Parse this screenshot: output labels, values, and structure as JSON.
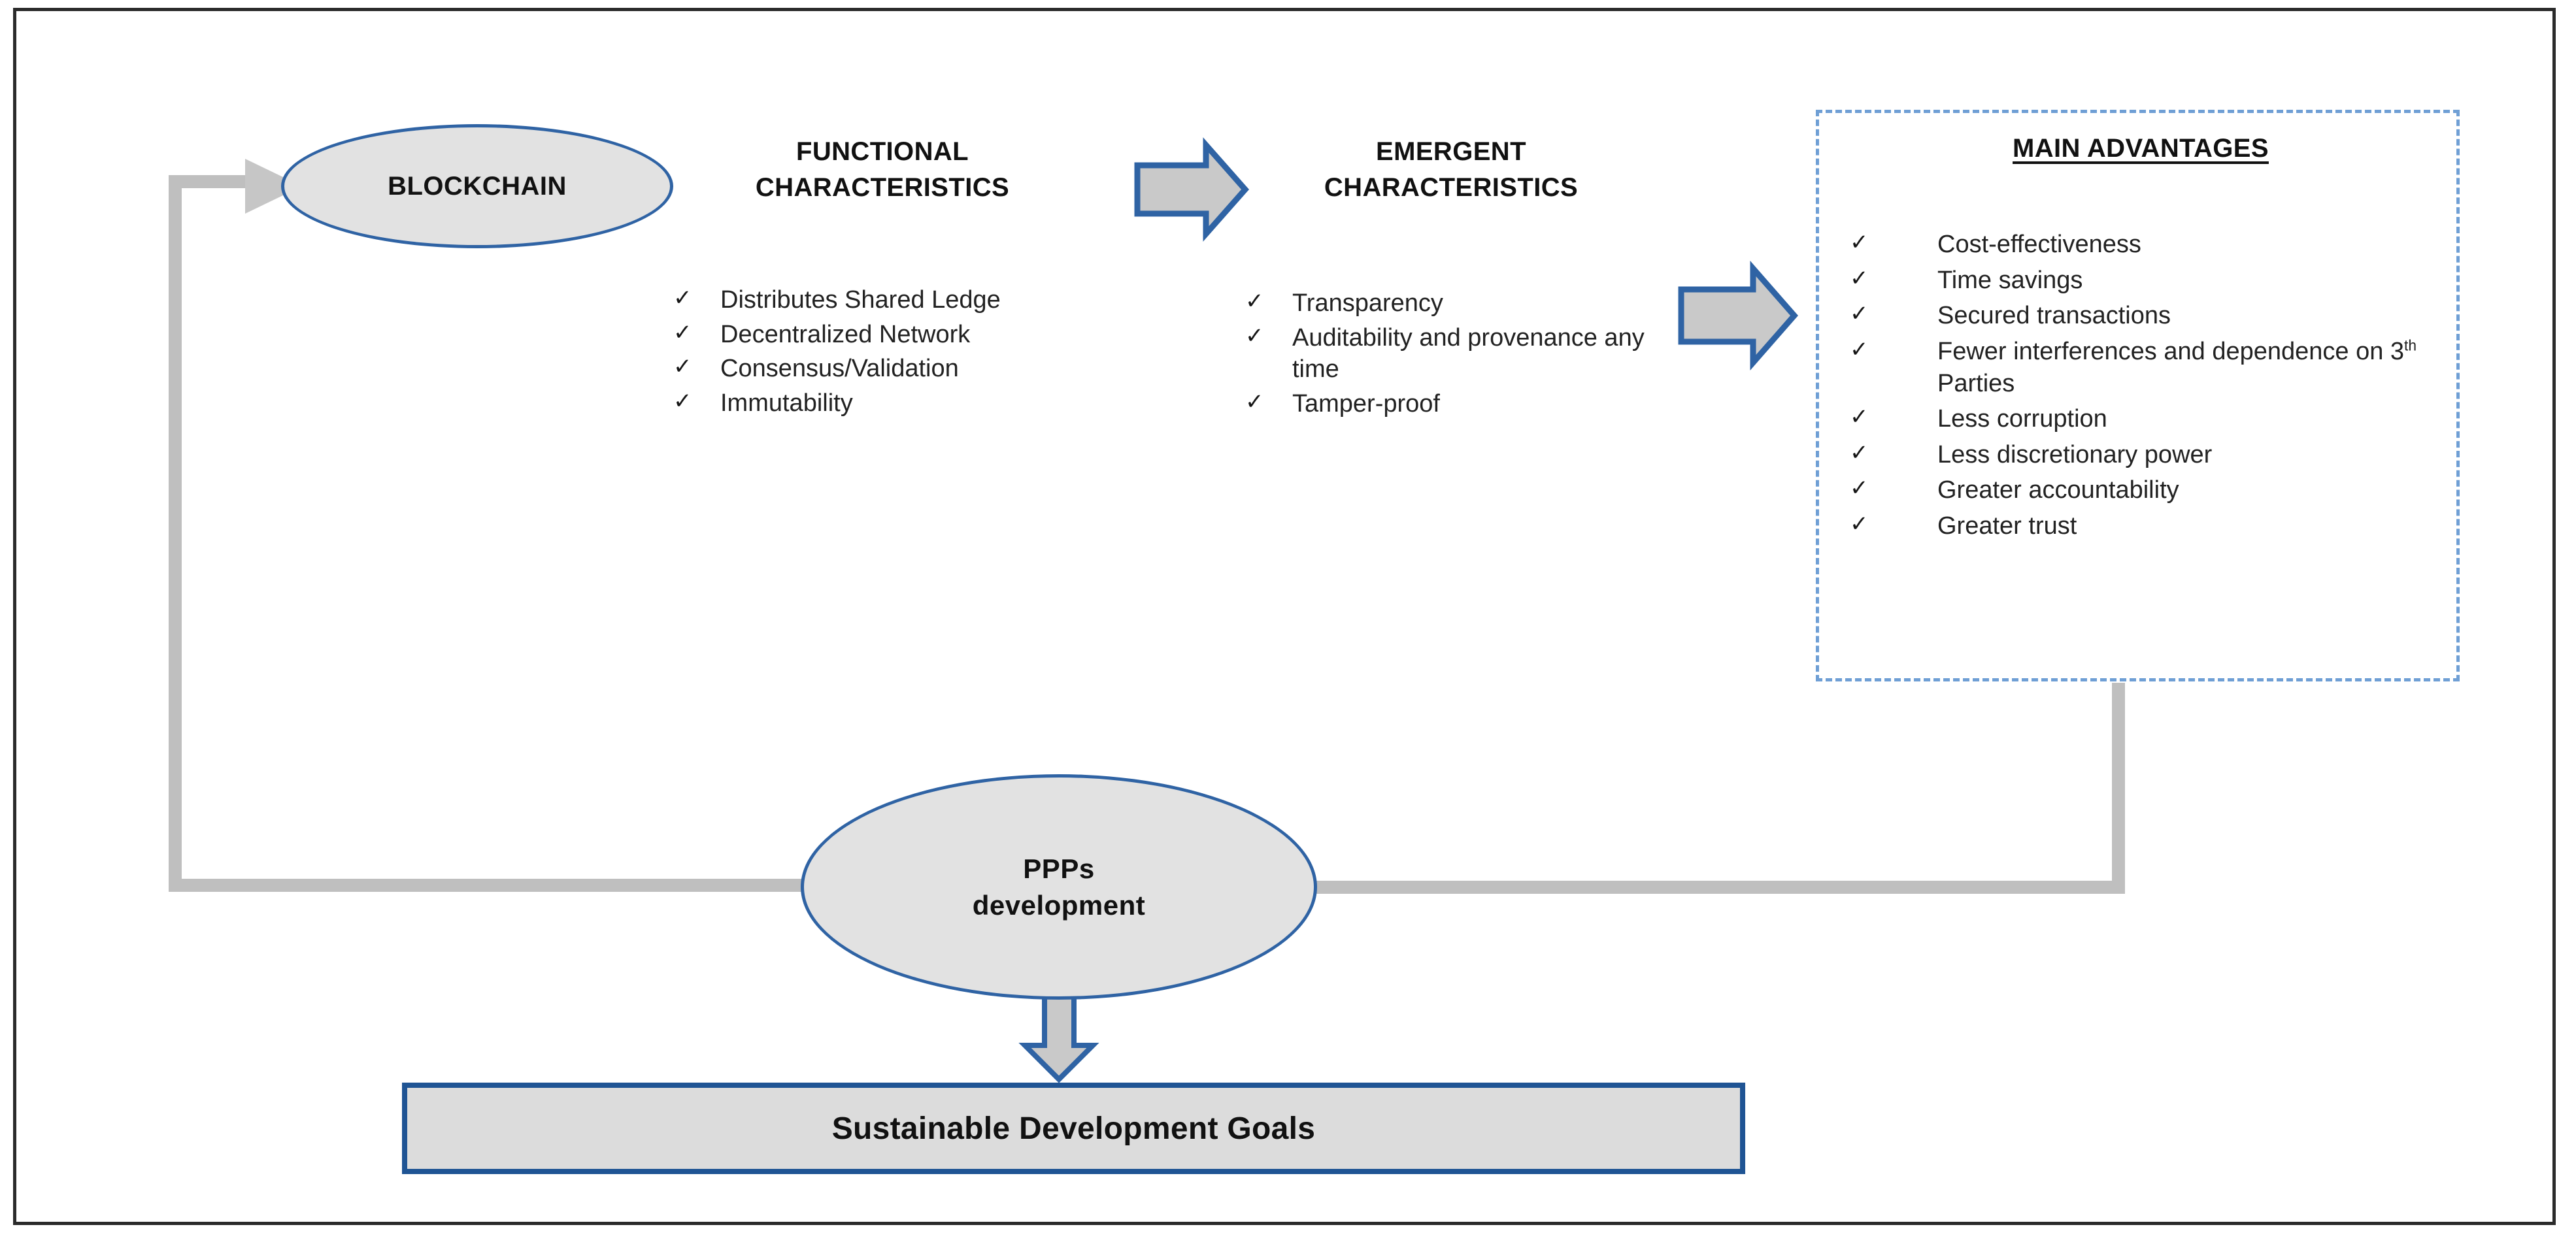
{
  "figure": {
    "title_visible": false,
    "colors": {
      "node_fill": "#e2e2e2",
      "node_stroke": "#2f63a4",
      "dashed_border": "#6f9fd5",
      "connector_grey": "#bfbfbf",
      "block_arrow_fill": "#c9c9c9",
      "block_arrow_stroke": "#2f63a4",
      "frame": "#2b2b2b",
      "bar_fill": "#dcdcdc",
      "bar_stroke": "#1f5494"
    }
  },
  "nodes": {
    "blockchain": {
      "label": "BLOCKCHAIN",
      "shape": "ellipse"
    },
    "ppps": {
      "label": "PPPs\ndevelopment",
      "label_line1": "PPPs",
      "label_line2": "development",
      "shape": "ellipse"
    },
    "sdg_bar": {
      "label": "Sustainable Development Goals",
      "shape": "rectangle"
    }
  },
  "columns": [
    {
      "id": "functional",
      "heading_line1": "FUNCTIONAL",
      "heading_line2": "CHARACTERISTICS",
      "bullet_glyph": "✓",
      "items": [
        "Distributes Shared Ledge",
        "Decentralized Network",
        "Consensus/Validation",
        "Immutability"
      ]
    },
    {
      "id": "emergent",
      "heading_line1": "EMERGENT",
      "heading_line2": "CHARACTERISTICS",
      "bullet_glyph": "✓",
      "items": [
        "Transparency",
        "Auditability and provenance any time",
        "Tamper-proof"
      ]
    },
    {
      "id": "advantages",
      "heading": "MAIN ADVANTAGES",
      "bullet_glyph": "✓",
      "items": [
        "Cost-effectiveness",
        "Time savings",
        "Secured transactions",
        "Fewer  interferences and dependence on  3th Parties",
        "Less corruption",
        "Less discretionary power",
        "Greater accountability",
        "Greater trust"
      ],
      "item_4_prefix": "Fewer  interferences and dependence on  3",
      "item_4_sup": "th",
      "item_4_suffix": " Parties"
    }
  ],
  "connectors": [
    {
      "name": "functional-to-emergent",
      "type": "block-arrow",
      "direction": "right"
    },
    {
      "name": "emergent-to-advantages",
      "type": "block-arrow",
      "direction": "right"
    },
    {
      "name": "ppps-to-sdg",
      "type": "block-arrow",
      "direction": "down"
    },
    {
      "name": "advantages-to-ppps",
      "type": "elbow-line",
      "direction": "right-down-left"
    },
    {
      "name": "ppps-to-blockchain",
      "type": "elbow-arrow",
      "direction": "left-up-right"
    }
  ]
}
